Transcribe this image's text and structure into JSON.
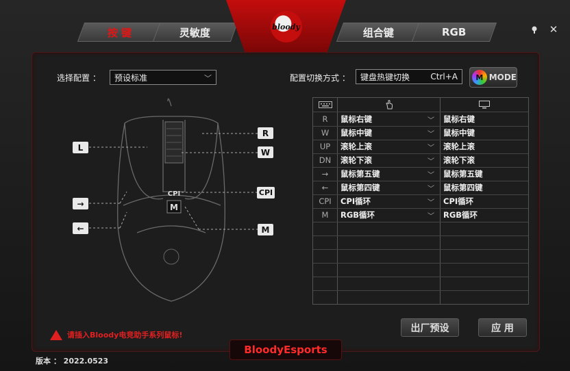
{
  "tabs": [
    {
      "label": "按 键",
      "active": true
    },
    {
      "label": "灵敏度",
      "active": false
    },
    {
      "label": "组合键",
      "active": false
    },
    {
      "label": "RGB",
      "active": false
    }
  ],
  "logo": {
    "text": "bloody"
  },
  "window": {
    "pin_icon": "pin-icon",
    "close_label": "✕"
  },
  "config": {
    "select_label": "选择配置 ：",
    "selected": "预设标准",
    "switch_label": "配置切换方式 ：",
    "switch_value": "键盘热键切换",
    "hotkey": "Ctrl+A",
    "mode_label": "MODE"
  },
  "mouse_keys": {
    "L": "L",
    "R": "R",
    "W": "W",
    "CPI": "CPI",
    "M": "M",
    "fwd": "→",
    "back": "←"
  },
  "table": {
    "header_icons": [
      "keyboard-icon",
      "hand-pointer-icon",
      "monitor-icon"
    ],
    "rows": [
      {
        "key": "R",
        "assign": "鼠标右键",
        "result": "鼠标右键"
      },
      {
        "key": "W",
        "assign": "鼠标中键",
        "result": "鼠标中键"
      },
      {
        "key": "UP",
        "assign": "滚轮上滚",
        "result": "滚轮上滚"
      },
      {
        "key": "DN",
        "assign": "滚轮下滚",
        "result": "滚轮下滚"
      },
      {
        "key": "→",
        "assign": "鼠标第五键",
        "result": "鼠标第五键"
      },
      {
        "key": "←",
        "assign": "鼠标第四键",
        "result": "鼠标第四键"
      },
      {
        "key": "CPI",
        "assign": "CPI循环",
        "result": "CPI循环"
      },
      {
        "key": "M",
        "assign": "RGB循环",
        "result": "RGB循环"
      }
    ]
  },
  "buttons": {
    "reset": "出厂预设",
    "apply": "应 用"
  },
  "warning": "请插入Bloody电竞助手系列鼠标!",
  "brand": "BloodyEsports",
  "version": "版本 ： 2022.0523",
  "colors": {
    "accent": "#e31414",
    "bg": "#1d1d1d"
  }
}
